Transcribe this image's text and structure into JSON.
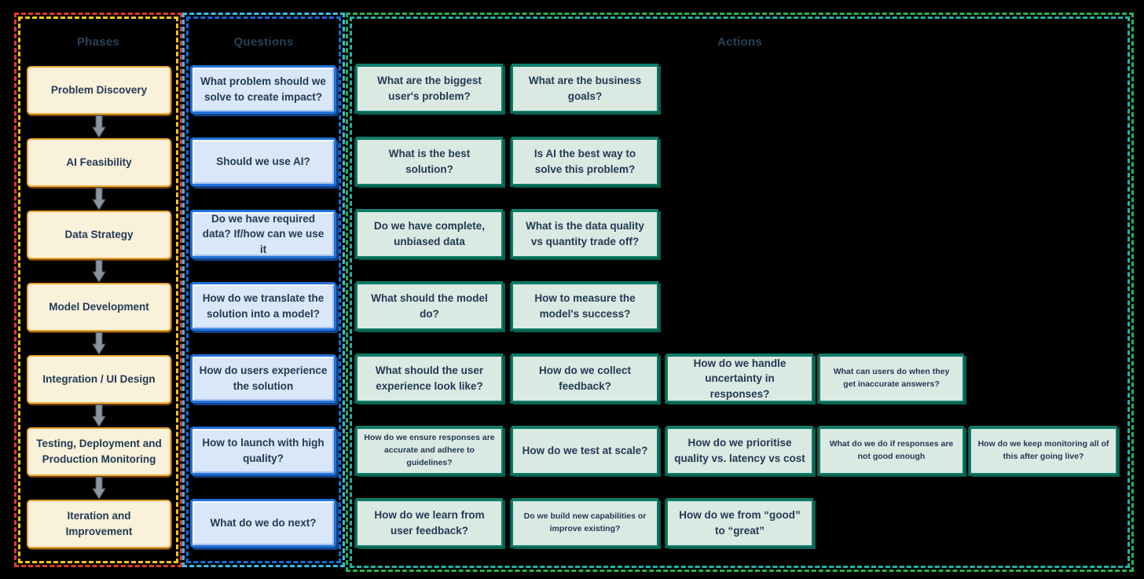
{
  "phases": {
    "header": "Phases",
    "items": [
      "Problem Discovery",
      "AI Feasibility",
      "Data Strategy",
      "Model Development",
      "Integration / UI Design",
      "Testing, Deployment and Production Monitoring",
      "Iteration and Improvement"
    ]
  },
  "questions": {
    "header": "Questions",
    "items": [
      "What problem should we solve to create impact?",
      "Should we use AI?",
      "Do we have required data? If/how can we use it",
      "How do we translate the solution into a model?",
      "How do users experience the solution",
      "How to launch with high quality?",
      "What do we do next?"
    ]
  },
  "actions": {
    "header": "Actions",
    "rows": [
      [
        "What are the biggest user's problem?",
        "What are the business goals?"
      ],
      [
        "What is the best solution?",
        "Is AI the best way to solve this problem?"
      ],
      [
        "Do we have complete, unbiased data",
        "What is the data quality vs quantity trade off?"
      ],
      [
        "What should the model do?",
        "How to measure the model's success?"
      ],
      [
        "What should the user experience look like?",
        "How do we collect feedback?",
        "How do we handle uncertainty in responses?",
        "What can users do when they get inaccurate answers?"
      ],
      [
        "How do we ensure responses are accurate and adhere to guidelines?",
        "How do we test at scale?",
        "How do we prioritise quality vs. latency vs cost",
        "What do we do if responses are not good enough",
        "How do we keep monitoring all of this after going live?"
      ],
      [
        "How do we learn from user feedback?",
        "Do we build new capabilities or improve existing?",
        "How do we from “good” to “great”"
      ]
    ]
  },
  "colors": {
    "background": "#000000",
    "phase_fill": "#faf1da",
    "phase_border": "#eda62f",
    "phases_dash_outer": "#e0382e",
    "phases_dash_inner": "#f6c51c",
    "question_fill": "#d9e7f8",
    "question_border": "#2173d9",
    "questions_dash_outer": "#38bce8",
    "questions_dash_inner": "#1a6ad4",
    "action_fill": "#dbe9e3",
    "action_border": "#0e7c69",
    "actions_dash_outer": "#2cb052",
    "actions_dash_inner": "#1db3a5",
    "text": "#223a54",
    "arrow": "#8b95a2"
  }
}
